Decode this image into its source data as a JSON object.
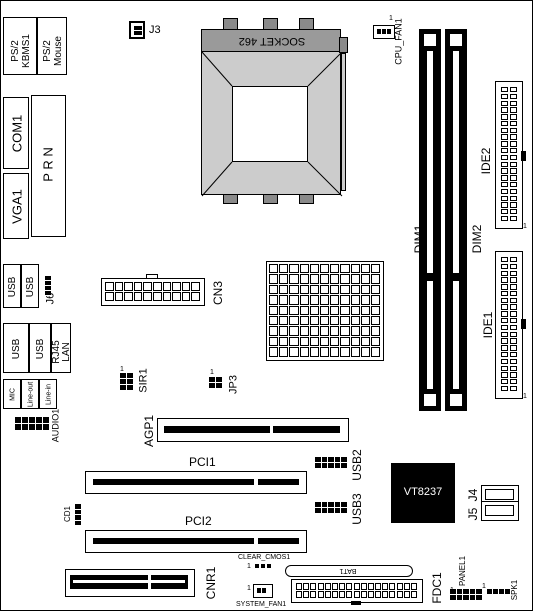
{
  "labels": {
    "ps2_kbms": "PS/2\nKBMS1",
    "ps2_mouse": "PS/2\nMouse",
    "com1": "COM1",
    "prn": "P R N",
    "vga1": "VGA1",
    "usb": "USB",
    "j6": "J6",
    "rj45_lan": "RJ45\nLAN",
    "mic": "MIC",
    "line_out": "Line-out",
    "line_in": "Line-in",
    "audio1": "AUDIO1",
    "j3": "J3",
    "socket": "SOCKET 462",
    "cpu_fan": "CPU_FAN1",
    "cn3": "CN3",
    "sir1": "SIR1",
    "jp3": "JP3",
    "dim1": "DIM1",
    "dim2": "DIM2",
    "ide2": "IDE2",
    "ide1": "IDE1",
    "agp1": "AGP1",
    "pci1": "PCI1",
    "pci2": "PCI2",
    "usb2": "USB2",
    "usb3": "USB3",
    "vt8237": "VT8237",
    "j4": "J4",
    "j5": "J5",
    "cd1": "CD1",
    "cnr1": "CNR1",
    "clear_cmos": "CLEAR_CMOS1",
    "system_fan": "SYSTEM_FAN1",
    "bat": "BAT1",
    "fdc1": "FDC1",
    "panel1": "PANEL1",
    "spk1": "SPK1",
    "pin_one": "1"
  },
  "colors": {
    "ink": "#000000",
    "paper": "#ffffff",
    "chip": "#000000",
    "heatsink": "#d9d9d9",
    "socket_fill": "#cccccc",
    "socket_shadow": "#8a8a8a"
  }
}
